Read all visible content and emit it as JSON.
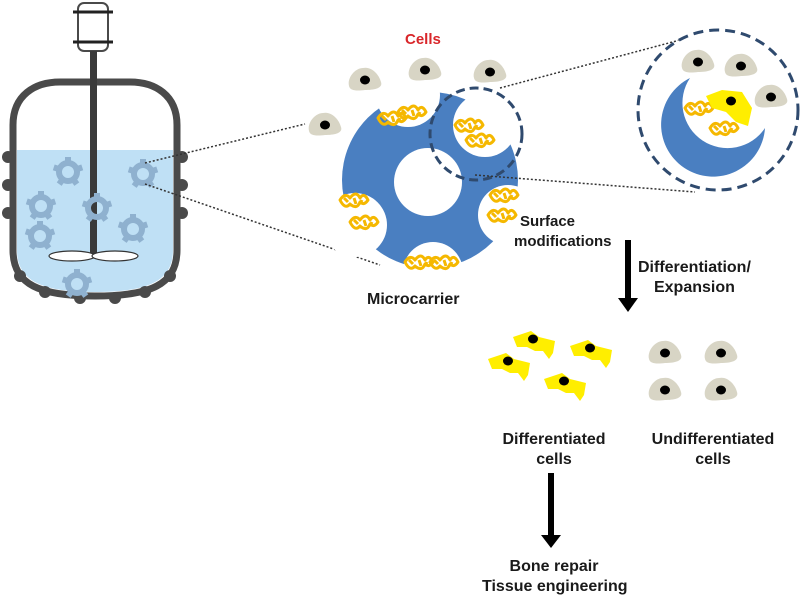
{
  "labels": {
    "cells": "Cells",
    "surface_mod_1": "Surface",
    "surface_mod_2": "modifications",
    "microcarrier": "Microcarrier",
    "diff_exp_1": "Differentiation/",
    "diff_exp_2": "Expansion",
    "differentiated_1": "Differentiated",
    "differentiated_2": "cells",
    "undifferentiated_1": "Undifferentiated",
    "undifferentiated_2": "cells",
    "outcome_1": "Bone repair",
    "outcome_2": "Tissue engineering"
  },
  "colors": {
    "vessel": "#4a4a4a",
    "medium": "#bfe0f5",
    "microcarrier": "#4a7fc1",
    "microcarrier_faded": "#8fb1cf",
    "coating": "#f5b800",
    "diff_cell": "#ffee00",
    "undiff_cell": "#d8d5c5",
    "nucleus": "#000000",
    "dashed_circle": "#2f4a6e",
    "cells_label": "#d9262a"
  }
}
